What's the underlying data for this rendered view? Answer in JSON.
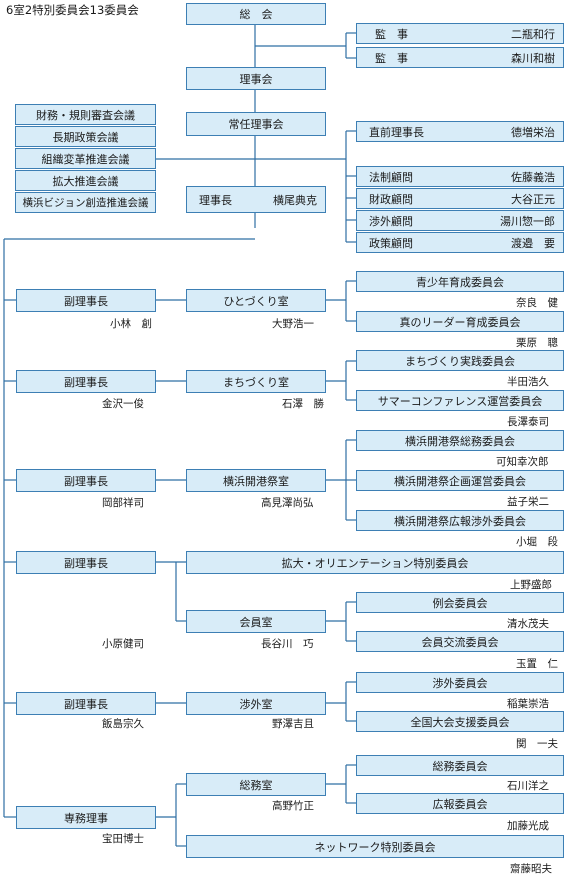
{
  "caption": "6室2特別委員会13委員会",
  "top": {
    "soukai": "総　会",
    "kansa": [
      {
        "role": "監　事",
        "name": "二瓶和行"
      },
      {
        "role": "監　事",
        "name": "森川和樹"
      }
    ],
    "rijikai": "理事会",
    "jonin": "常任理事会",
    "rijicho": {
      "role": "理事長",
      "name": "横尾典克"
    }
  },
  "councils": [
    "財務・規則審査会議",
    "長期政策会議",
    "組織変革推進会議",
    "拡大推進会議",
    "横浜ビジョン創造推進会議"
  ],
  "advisors": [
    {
      "role": "直前理事長",
      "name": "德増栄治"
    },
    {
      "role": "法制顧問",
      "name": "佐藤義浩"
    },
    {
      "role": "財政顧問",
      "name": "大谷正元"
    },
    {
      "role": "渉外顧問",
      "name": "湯川惣一郎"
    },
    {
      "role": "政策顧問",
      "name": "渡邉　要"
    }
  ],
  "groups": [
    {
      "vp": "副理事長",
      "vp_name": "小林　創",
      "room": "ひとづくり室",
      "room_head": "大野浩一",
      "committees": [
        {
          "name": "青少年育成委員会",
          "chair": "奈良　健"
        },
        {
          "name": "真のリーダー育成委員会",
          "chair": "栗原　聰"
        }
      ]
    },
    {
      "vp": "副理事長",
      "vp_name": "金沢一俊",
      "room": "まちづくり室",
      "room_head": "石澤　勝",
      "committees": [
        {
          "name": "まちづくり実践委員会",
          "chair": "半田浩久"
        },
        {
          "name": "サマーコンファレンス運営委員会",
          "chair": "長澤泰司"
        }
      ]
    },
    {
      "vp": "副理事長",
      "vp_name": "岡部祥司",
      "room": "横浜開港祭室",
      "room_head": "高見澤尚弘",
      "committees": [
        {
          "name": "横浜開港祭総務委員会",
          "chair": "可知幸次郎"
        },
        {
          "name": "横浜開港祭企画運営委員会",
          "chair": "益子栄二"
        },
        {
          "name": "横浜開港祭広報渉外委員会",
          "chair": "小堀　段"
        }
      ]
    },
    {
      "vp": "副理事長",
      "vp_name": "小原健司",
      "special": {
        "name": "拡大・オリエンテーション特別委員会",
        "chair": "上野盛郎"
      },
      "room": "会員室",
      "room_head": "長谷川　巧",
      "committees": [
        {
          "name": "例会委員会",
          "chair": "清水茂夫"
        },
        {
          "name": "会員交流委員会",
          "chair": "玉置　仁"
        }
      ]
    },
    {
      "vp": "副理事長",
      "vp_name": "飯島宗久",
      "room": "渉外室",
      "room_head": "野澤吉且",
      "committees": [
        {
          "name": "渉外委員会",
          "chair": "稲葉崇浩"
        },
        {
          "name": "全国大会支援委員会",
          "chair": "関　一夫"
        }
      ]
    },
    {
      "vp": "専務理事",
      "vp_name": "宝田博士",
      "room": "総務室",
      "room_head": "高野竹正",
      "committees": [
        {
          "name": "総務委員会",
          "chair": "石川洋之"
        },
        {
          "name": "広報委員会",
          "chair": "加藤光成"
        }
      ],
      "special": {
        "name": "ネットワーク特別委員会",
        "chair": "齋藤昭夫"
      }
    }
  ]
}
